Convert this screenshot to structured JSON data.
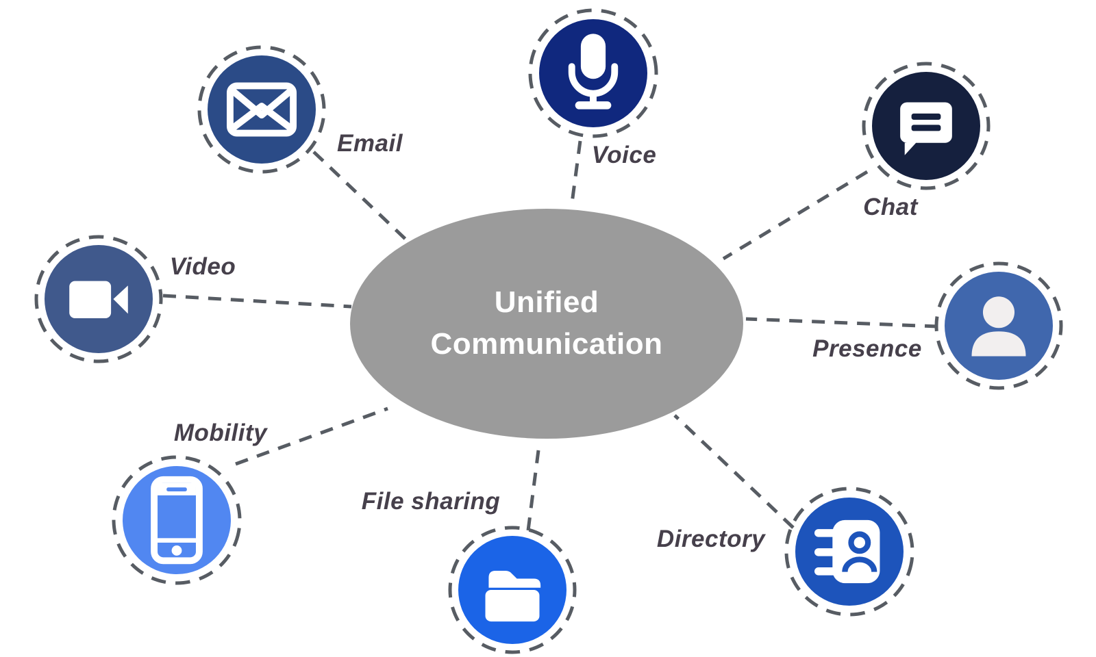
{
  "diagram_title": "Unified Communication",
  "center": {
    "line1": "Unified",
    "line2": "Communication",
    "bg": "#9B9B9B",
    "text_color": "#FFFFFF"
  },
  "label_color": "#46404B",
  "connector_color": "#575C63",
  "connector_style": "dashed",
  "nodes": [
    {
      "id": "email",
      "label": "Email",
      "icon": "envelope-icon",
      "color": "#2B4B87"
    },
    {
      "id": "voice",
      "label": "Voice",
      "icon": "microphone-icon",
      "color": "#10287E"
    },
    {
      "id": "chat",
      "label": "Chat",
      "icon": "speech-bubble-icon",
      "color": "#15203E"
    },
    {
      "id": "presence",
      "label": "Presence",
      "icon": "person-icon",
      "color": "#4067AD"
    },
    {
      "id": "directory",
      "label": "Directory",
      "icon": "contact-book-icon",
      "color": "#1D54BB"
    },
    {
      "id": "filesharing",
      "label": "File sharing",
      "icon": "folder-icon",
      "color": "#1B64E7"
    },
    {
      "id": "mobility",
      "label": "Mobility",
      "icon": "smartphone-icon",
      "color": "#5187F1"
    },
    {
      "id": "video",
      "label": "Video",
      "icon": "video-camera-icon",
      "color": "#40598C"
    }
  ]
}
